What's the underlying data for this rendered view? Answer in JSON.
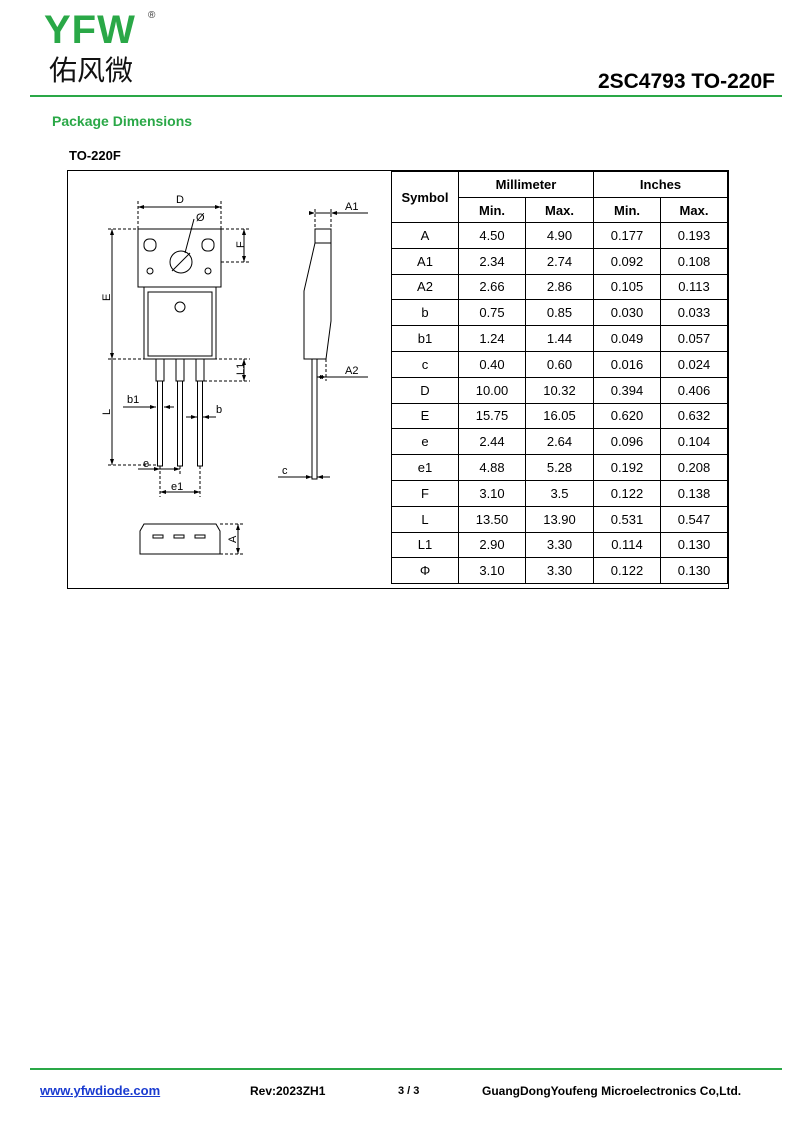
{
  "header": {
    "logo_letters": "YFW",
    "logo_registered": "®",
    "logo_chinese": "佑风微",
    "title": "2SC4793 TO-220F"
  },
  "section_title": "Package Dimensions",
  "package_label": "TO-220F",
  "drawing_labels": {
    "D": "D",
    "diameter": "Ø",
    "F": "F",
    "E": "E",
    "L1": "L1",
    "L": "L",
    "b1": "b1",
    "b": "b",
    "e": "e",
    "e1": "e1",
    "A1": "A1",
    "A2": "A2",
    "c": "c",
    "A": "A"
  },
  "table": {
    "symbol_header": "Symbol",
    "mm_header": "Millimeter",
    "inch_header": "Inches",
    "min_label": "Min.",
    "max_label": "Max.",
    "rows": [
      {
        "symbol": "A",
        "mm_min": "4.50",
        "mm_max": "4.90",
        "in_min": "0.177",
        "in_max": "0.193"
      },
      {
        "symbol": "A1",
        "mm_min": "2.34",
        "mm_max": "2.74",
        "in_min": "0.092",
        "in_max": "0.108"
      },
      {
        "symbol": "A2",
        "mm_min": "2.66",
        "mm_max": "2.86",
        "in_min": "0.105",
        "in_max": "0.113"
      },
      {
        "symbol": "b",
        "mm_min": "0.75",
        "mm_max": "0.85",
        "in_min": "0.030",
        "in_max": "0.033"
      },
      {
        "symbol": "b1",
        "mm_min": "1.24",
        "mm_max": "1.44",
        "in_min": "0.049",
        "in_max": "0.057"
      },
      {
        "symbol": "c",
        "mm_min": "0.40",
        "mm_max": "0.60",
        "in_min": "0.016",
        "in_max": "0.024"
      },
      {
        "symbol": "D",
        "mm_min": "10.00",
        "mm_max": "10.32",
        "in_min": "0.394",
        "in_max": "0.406"
      },
      {
        "symbol": "E",
        "mm_min": "15.75",
        "mm_max": "16.05",
        "in_min": "0.620",
        "in_max": "0.632"
      },
      {
        "symbol": "e",
        "mm_min": "2.44",
        "mm_max": "2.64",
        "in_min": "0.096",
        "in_max": "0.104"
      },
      {
        "symbol": "e1",
        "mm_min": "4.88",
        "mm_max": "5.28",
        "in_min": "0.192",
        "in_max": "0.208"
      },
      {
        "symbol": "F",
        "mm_min": "3.10",
        "mm_max": "3.5",
        "in_min": "0.122",
        "in_max": "0.138"
      },
      {
        "symbol": "L",
        "mm_min": "13.50",
        "mm_max": "13.90",
        "in_min": "0.531",
        "in_max": "0.547"
      },
      {
        "symbol": "L1",
        "mm_min": "2.90",
        "mm_max": "3.30",
        "in_min": "0.114",
        "in_max": "0.130"
      },
      {
        "symbol": "Φ",
        "mm_min": "3.10",
        "mm_max": "3.30",
        "in_min": "0.122",
        "in_max": "0.130"
      }
    ]
  },
  "footer": {
    "website": "www.yfwdiode.com",
    "revision": "Rev:2023ZH1",
    "page": "3 / 3",
    "company": "GuangDongYoufeng Microelectronics Co,Ltd."
  },
  "colors": {
    "brand_green": "#2aa847",
    "link_blue": "#1a3bd0"
  }
}
